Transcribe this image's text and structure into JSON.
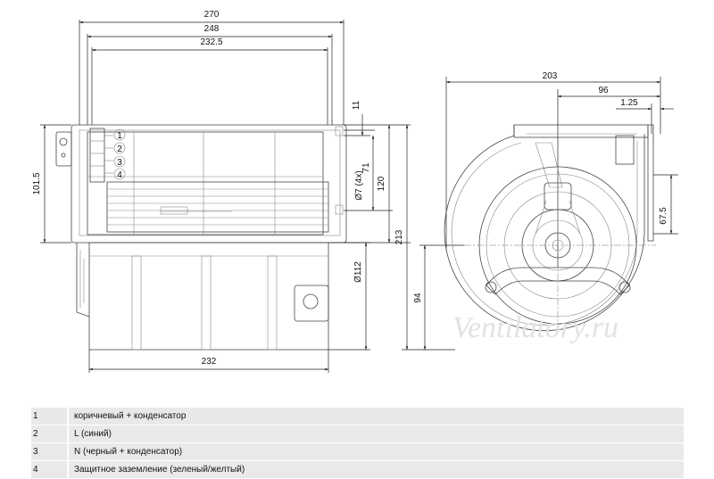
{
  "front_view": {
    "dims": {
      "overall_width": "270",
      "flange_width": "248",
      "hole_spacing": "232.5",
      "body_width": "232",
      "flange_height": "101.5",
      "wheel_diameter": "Ø112"
    },
    "terminals": [
      "1",
      "2",
      "3",
      "4"
    ]
  },
  "side_view": {
    "dims": {
      "total_width": "203",
      "outlet_offset": "96",
      "flange_thickness": "1.25",
      "top_flange": "11",
      "holes": "Ø7 (4x)",
      "outlet_height": "71",
      "outlet_flange": "120",
      "total_height": "213",
      "hole_offset": "67.5",
      "axis_height": "94"
    }
  },
  "watermark": "Ventilatory.ru",
  "legend": [
    {
      "num": "1",
      "desc": "коричневый + конденсатор"
    },
    {
      "num": "2",
      "desc": "L (синий)"
    },
    {
      "num": "3",
      "desc": "N (черный + конденсатор)"
    },
    {
      "num": "4",
      "desc": "Защитное заземление (зеленый/желтый)"
    }
  ]
}
